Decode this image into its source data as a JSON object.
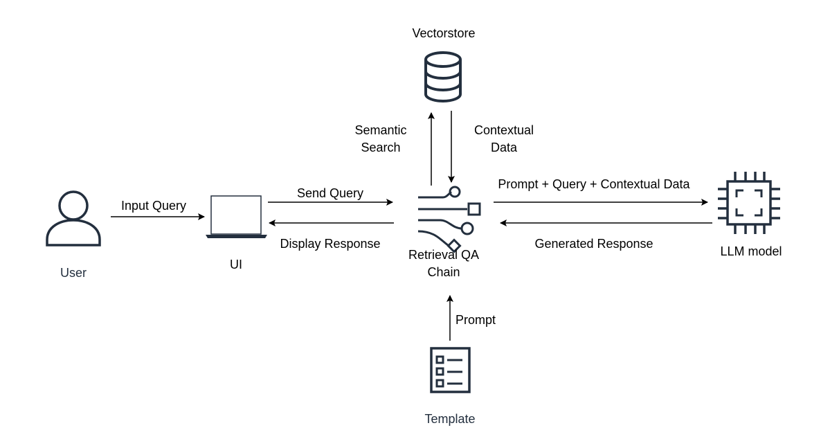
{
  "nodes": {
    "user": {
      "label": "User",
      "icon": "user-icon"
    },
    "ui": {
      "label": "UI",
      "icon": "laptop-icon"
    },
    "vectorstore": {
      "label": "Vectorstore",
      "icon": "database-icon"
    },
    "chain": {
      "label_line1": "Retrieval QA",
      "label_line2": "Chain",
      "icon": "retrieval-chain-icon"
    },
    "llm": {
      "label": "LLM model",
      "icon": "chip-icon"
    },
    "template": {
      "label": "Template",
      "icon": "template-icon"
    }
  },
  "edges": {
    "input_query": "Input Query",
    "send_query": "Send Query",
    "display_response": "Display Response",
    "semantic_search_line1": "Semantic",
    "semantic_search_line2": "Search",
    "contextual_data_line1": "Contextual",
    "contextual_data_line2": "Data",
    "prompt_query_context": "Prompt + Query + Contextual Data",
    "generated_response": "Generated Response",
    "prompt": "Prompt"
  },
  "colors": {
    "stroke": "#232f3e",
    "label_blue": "#232f3e",
    "text": "#000000",
    "laptop_screen": "#ffffff"
  }
}
